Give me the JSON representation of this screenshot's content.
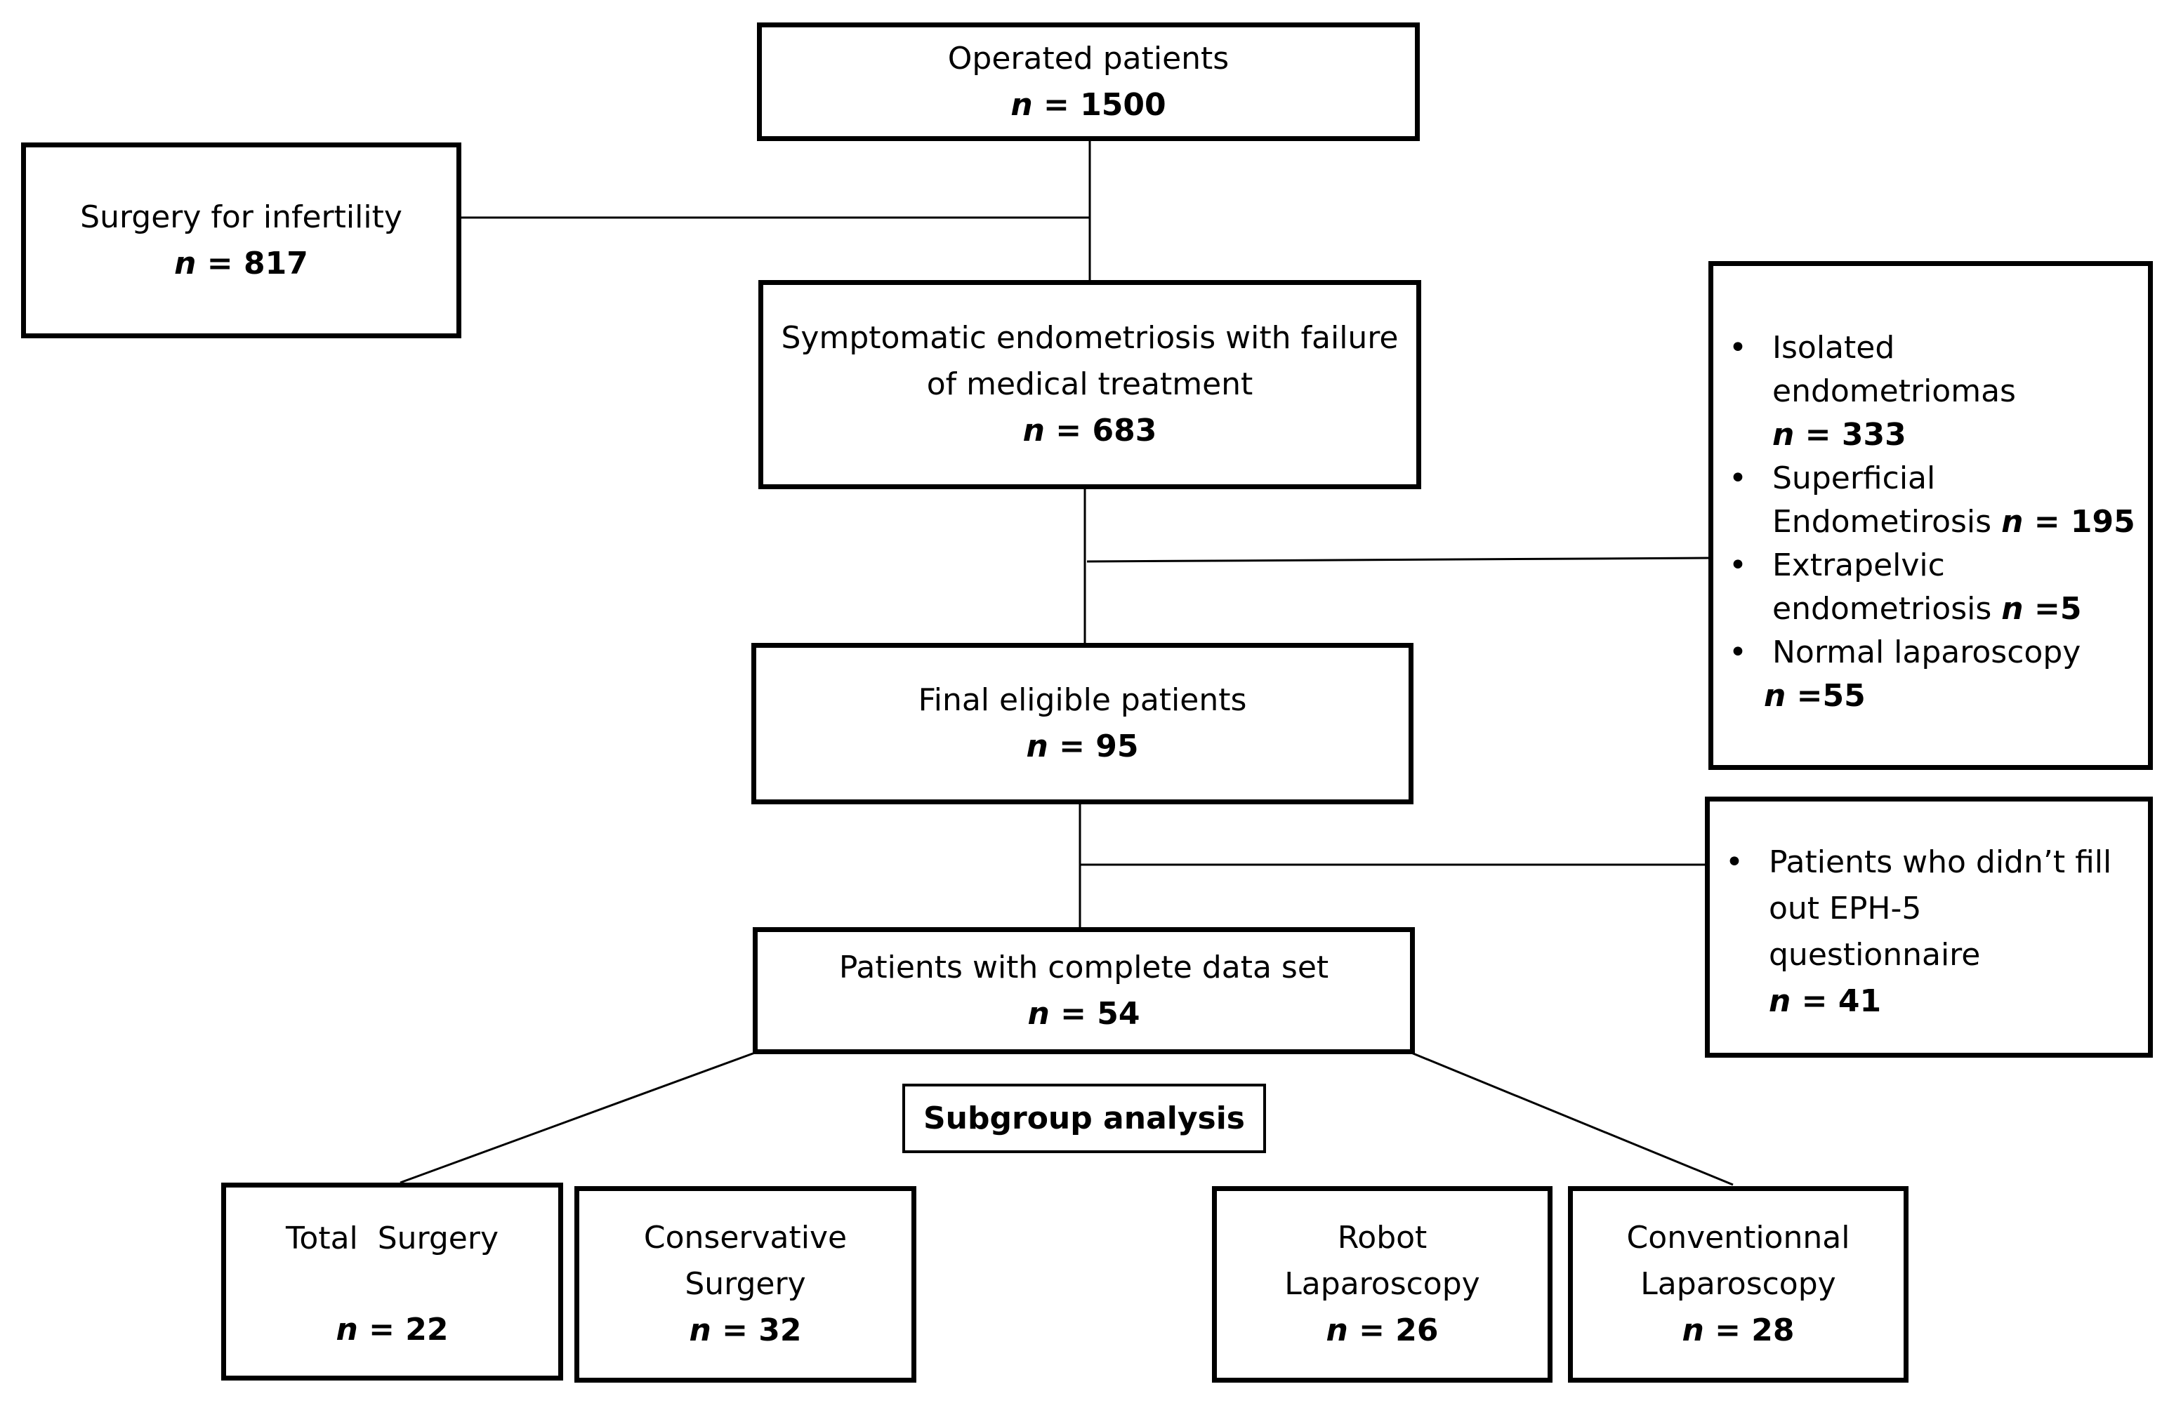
{
  "boxes": {
    "operated": {
      "label": "Operated patients",
      "n": "1500"
    },
    "infertility": {
      "label": "Surgery for infertility",
      "n": "817"
    },
    "symptomatic": {
      "label_1": "Symptomatic endometriosis with failure",
      "label_2": "of medical treatment",
      "n": "683"
    },
    "final_eligible": {
      "label": "Final eligible patients",
      "n": "95"
    },
    "complete_data": {
      "label": "Patients with complete data set",
      "n": "54"
    },
    "total_surgery": {
      "label": "Total  Surgery",
      "n": "22"
    },
    "conservative": {
      "label_1": "Conservative",
      "label_2": "Surgery",
      "n": "32"
    },
    "robot": {
      "label_1": "Robot",
      "label_2": "Laparoscopy",
      "n": "26"
    },
    "conventional": {
      "label_1": "Conventionnal",
      "label_2": "Laparoscopy",
      "n": "28"
    }
  },
  "n_prefix": "n",
  "n_eq": " = ",
  "n_eq_tight": " =",
  "exclusions_1": {
    "isolated_1": "Isolated",
    "isolated_2": "endometriomas",
    "isolated_n": "333",
    "superficial_1": "Superficial",
    "superficial_2": "Endometirosis",
    "superficial_n": "195",
    "extrapelvic_1": "Extrapelvic",
    "extrapelvic_2": "endometriosis",
    "extrapelvic_n": "5",
    "normal_1": "Normal laparoscopy",
    "normal_n": "55"
  },
  "exclusions_2": {
    "line_1": "Patients who didn’t fill",
    "line_2": "out  EPH-5",
    "line_3": "questionnaire",
    "n": "41"
  },
  "subgroup_label": "Subgroup analysis"
}
